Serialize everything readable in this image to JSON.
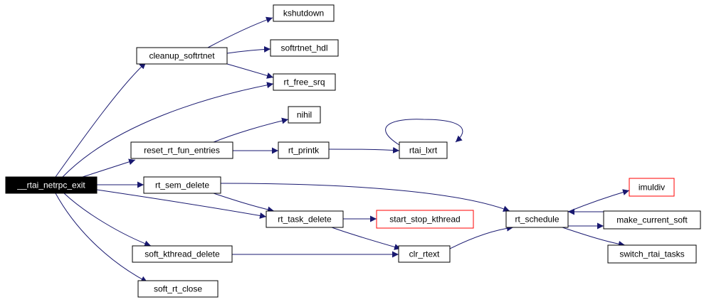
{
  "colors": {
    "edge": "#191970",
    "node_border": "#000000",
    "node_border_truncated": "#ff0000",
    "root_fill": "#000000",
    "root_text": "#ffffff",
    "node_fill": "#ffffff",
    "node_text": "#000000"
  },
  "nodes": [
    {
      "id": "rtai_netrpc_exit",
      "label": "__rtai_netrpc_exit",
      "root": true
    },
    {
      "id": "kshutdown",
      "label": "kshutdown"
    },
    {
      "id": "cleanup_softrtnet",
      "label": "cleanup_softrtnet"
    },
    {
      "id": "softrtnet_hdl",
      "label": "softrtnet_hdl"
    },
    {
      "id": "rt_free_srq",
      "label": "rt_free_srq"
    },
    {
      "id": "nihil",
      "label": "nihil"
    },
    {
      "id": "reset_rt_fun_entries",
      "label": "reset_rt_fun_entries"
    },
    {
      "id": "rt_printk",
      "label": "rt_printk"
    },
    {
      "id": "rtai_lxrt",
      "label": "rtai_lxrt"
    },
    {
      "id": "rt_sem_delete",
      "label": "rt_sem_delete"
    },
    {
      "id": "imuldiv",
      "label": "imuldiv",
      "truncated": true
    },
    {
      "id": "rt_task_delete",
      "label": "rt_task_delete"
    },
    {
      "id": "start_stop_kthread",
      "label": "start_stop_kthread",
      "truncated": true
    },
    {
      "id": "rt_schedule",
      "label": "rt_schedule"
    },
    {
      "id": "make_current_soft",
      "label": "make_current_soft"
    },
    {
      "id": "soft_kthread_delete",
      "label": "soft_kthread_delete"
    },
    {
      "id": "clr_rtext",
      "label": "clr_rtext"
    },
    {
      "id": "switch_rtai_tasks",
      "label": "switch_rtai_tasks"
    },
    {
      "id": "soft_rt_close",
      "label": "soft_rt_close"
    }
  ],
  "edges": [
    {
      "from": "rtai_netrpc_exit",
      "to": "cleanup_softrtnet"
    },
    {
      "from": "rtai_netrpc_exit",
      "to": "rt_free_srq"
    },
    {
      "from": "rtai_netrpc_exit",
      "to": "reset_rt_fun_entries"
    },
    {
      "from": "rtai_netrpc_exit",
      "to": "rt_sem_delete"
    },
    {
      "from": "rtai_netrpc_exit",
      "to": "rt_task_delete"
    },
    {
      "from": "rtai_netrpc_exit",
      "to": "soft_kthread_delete"
    },
    {
      "from": "rtai_netrpc_exit",
      "to": "soft_rt_close"
    },
    {
      "from": "cleanup_softrtnet",
      "to": "kshutdown"
    },
    {
      "from": "cleanup_softrtnet",
      "to": "softrtnet_hdl"
    },
    {
      "from": "cleanup_softrtnet",
      "to": "rt_free_srq"
    },
    {
      "from": "reset_rt_fun_entries",
      "to": "nihil"
    },
    {
      "from": "reset_rt_fun_entries",
      "to": "rt_printk"
    },
    {
      "from": "rt_printk",
      "to": "rtai_lxrt"
    },
    {
      "from": "rtai_lxrt",
      "to": "rtai_lxrt"
    },
    {
      "from": "rt_sem_delete",
      "to": "rt_schedule"
    },
    {
      "from": "rt_sem_delete",
      "to": "rt_task_delete"
    },
    {
      "from": "rt_task_delete",
      "to": "start_stop_kthread"
    },
    {
      "from": "rt_task_delete",
      "to": "clr_rtext"
    },
    {
      "from": "soft_kthread_delete",
      "to": "clr_rtext"
    },
    {
      "from": "clr_rtext",
      "to": "rt_schedule"
    },
    {
      "from": "rt_schedule",
      "to": "imuldiv"
    },
    {
      "from": "rt_schedule",
      "to": "make_current_soft"
    },
    {
      "from": "rt_schedule",
      "to": "switch_rtai_tasks"
    },
    {
      "from": "make_current_soft",
      "to": "rt_schedule"
    }
  ]
}
